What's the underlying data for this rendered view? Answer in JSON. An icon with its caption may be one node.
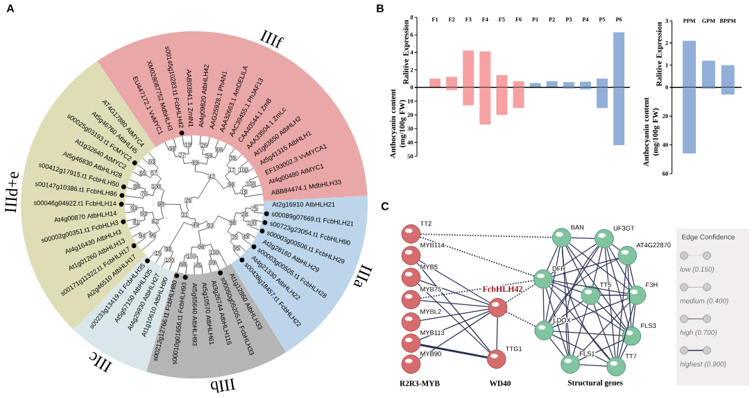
{
  "diagram": {
    "nodes": [
      {
        "text": [
          "IIIf",
          "EU447172.1 VvMYC1",
          "XM028087752 MdbHLH3",
          "s00145g10283.t1 FcbHLH42",
          "AAB03841.1 ZmIN1",
          "At4g09820 AtbHLH42",
          "AAG25928.1 PhAN1",
          "AAA32663.1 AmDELILA",
          "AAC39455.1 PhJAF13",
          "CAA40544.1 ZmB",
          "AAA33504.1 ZmLc",
          "At1g63650 AtbHLH2",
          "At5g41315 AtbHLH1",
          "EF193002.3 VvMYCA1",
          "At4g00480 AtMYC1",
          "ABB84474.1 MdbHLH33"
        ]
      },
      {
        "text": [
          "IIId+e",
          "AT4G17880 AtMYC4",
          "At5g46760 AtbHLH5",
          "s00025g03193.t1 FcMYC2",
          "At1g32640 AtMYC2",
          "At5g46830 AtbHLH28",
          "s00412g17915.t1 FcbHLH50",
          "s00147g10386.t1 FcbHLH86",
          "s00046g04922.t1 FcbHLH14",
          "At4g00870 AtbHLH14",
          "s00002g00351.t1 FcbHLH3",
          "At4g16430 AtbHLH3",
          "At1g01260 AtbHLH13",
          "s00171g11322.t1 FcbHLH17",
          "At2g46510 AtbHLH17"
        ]
      },
      {
        "text": [
          "IIIc",
          "s00233g13419.t1 FcbHLH35",
          "At5g57150 AtbHLH35",
          "At4g29930 AtbHLH27",
          "At1g10610 AtbHLH90"
        ]
      },
      {
        "text": [
          "IIIb",
          "s00212g12766.t1 FcbHLH80",
          "s00010g01656.t1 FcbHLH93",
          "At5g65640 AtbHLH93",
          "At5g10570 AtbHLH61",
          "At3g26744 AtbHLH116",
          "s00050g05205.t1 FcbHLH33",
          "At1g12860 AtbHLH33"
        ]
      },
      {
        "text": [
          "IIIa",
          "s00438g18457.t1 FcbHLH22",
          "At4g21330 AtbHLH22",
          "s00003g00505.t1 FcbHLH28",
          "At2g28160 AtbHLH29",
          "s00003g00506.t1 FcbHLH29",
          "s00723g23054.t1 FcbHLH90",
          "s00089g07669.t1 FcbHLH21",
          "At2g16910 AtbHLH21"
        ]
      },
      {
        "text": [],
        "shape": "circle",
        "beside": [
          "TT2"
        ]
      },
      {
        "text": [],
        "shape": "circle",
        "beside": [
          "MYB114"
        ]
      },
      {
        "text": [],
        "shape": "circle",
        "beside": [
          "MYB5"
        ]
      },
      {
        "text": [],
        "shape": "circle",
        "beside": [
          "MYB75"
        ]
      },
      {
        "text": [],
        "shape": "circle",
        "beside": [
          "MYBL2"
        ]
      },
      {
        "text": [],
        "shape": "circle",
        "beside": [
          "MYB113"
        ]
      },
      {
        "text": [],
        "shape": "circle",
        "beside": [
          "MYB90"
        ]
      },
      {
        "text": [],
        "shape": "circle",
        "beside": [
          "FcbHLH42"
        ]
      },
      {
        "text": [],
        "shape": "circle",
        "beside": [
          "TTG1"
        ]
      },
      {
        "text": [],
        "shape": "circle",
        "beside": [
          "BAN"
        ]
      },
      {
        "text": [],
        "shape": "circle",
        "beside": [
          "UF3GT"
        ]
      },
      {
        "text": [],
        "shape": "circle",
        "beside": [
          "AT4G22870"
        ]
      },
      {
        "text": [],
        "shape": "circle",
        "beside": [
          "DFR"
        ]
      },
      {
        "text": [],
        "shape": "circle",
        "beside": [
          "TT5"
        ]
      },
      {
        "text": [],
        "shape": "circle",
        "beside": [
          "F3H"
        ]
      },
      {
        "text": [],
        "shape": "circle",
        "beside": [
          "LDOX"
        ]
      },
      {
        "text": [],
        "shape": "circle",
        "beside": [
          "FLS3"
        ]
      },
      {
        "text": [],
        "shape": "circle",
        "beside": [
          "FLS1"
        ]
      },
      {
        "text": [],
        "shape": "circle",
        "beside": [
          "TT7"
        ]
      }
    ],
    "edges": [
      {
        "from": 5,
        "to": 14,
        "arrow": "none",
        "style": "dashed"
      },
      {
        "from": 5,
        "to": 17,
        "arrow": "none",
        "style": "dashed"
      },
      {
        "from": 8,
        "to": 17,
        "arrow": "none",
        "style": "dashed"
      },
      {
        "from": 12,
        "to": 17,
        "arrow": "none",
        "style": "dashed"
      },
      {
        "from": 12,
        "to": 20,
        "arrow": "none",
        "style": "dashed"
      },
      {
        "from": 6,
        "to": 12,
        "arrow": "none"
      },
      {
        "from": 6,
        "to": 13,
        "arrow": "none"
      },
      {
        "from": 7,
        "to": 12,
        "arrow": "none"
      },
      {
        "from": 7,
        "to": 13,
        "arrow": "none"
      },
      {
        "from": 8,
        "to": 12,
        "arrow": "none"
      },
      {
        "from": 9,
        "to": 12,
        "arrow": "none"
      },
      {
        "from": 10,
        "to": 12,
        "arrow": "none"
      },
      {
        "from": 10,
        "to": 13,
        "arrow": "none",
        "style": "thick"
      },
      {
        "from": 11,
        "to": 12,
        "arrow": "none"
      },
      {
        "from": 12,
        "to": 13,
        "arrow": "none"
      },
      {
        "from": 14,
        "to": 15,
        "arrow": "none"
      },
      {
        "from": 14,
        "to": 17,
        "arrow": "none"
      },
      {
        "from": 14,
        "to": 18,
        "arrow": "none"
      },
      {
        "from": 14,
        "to": 19,
        "arrow": "none"
      },
      {
        "from": 14,
        "to": 20,
        "arrow": "none"
      },
      {
        "from": 14,
        "to": 21,
        "arrow": "none"
      },
      {
        "from": 14,
        "to": 22,
        "arrow": "none"
      },
      {
        "from": 14,
        "to": 23,
        "arrow": "none"
      },
      {
        "from": 15,
        "to": 16,
        "arrow": "none"
      },
      {
        "from": 15,
        "to": 17,
        "arrow": "none"
      },
      {
        "from": 15,
        "to": 18,
        "arrow": "none"
      },
      {
        "from": 15,
        "to": 19,
        "arrow": "none"
      },
      {
        "from": 15,
        "to": 20,
        "arrow": "none"
      },
      {
        "from": 15,
        "to": 21,
        "arrow": "none"
      },
      {
        "from": 15,
        "to": 22,
        "arrow": "none"
      },
      {
        "from": 15,
        "to": 23,
        "arrow": "none"
      },
      {
        "from": 16,
        "to": 17,
        "arrow": "none"
      },
      {
        "from": 16,
        "to": 19,
        "arrow": "none"
      },
      {
        "from": 16,
        "to": 20,
        "arrow": "none"
      },
      {
        "from": 16,
        "to": 21,
        "arrow": "none"
      },
      {
        "from": 16,
        "to": 23,
        "arrow": "none"
      },
      {
        "from": 17,
        "to": 18,
        "arrow": "none"
      },
      {
        "from": 17,
        "to": 19,
        "arrow": "none"
      },
      {
        "from": 17,
        "to": 20,
        "arrow": "none"
      },
      {
        "from": 17,
        "to": 21,
        "arrow": "none"
      },
      {
        "from": 17,
        "to": 22,
        "arrow": "none"
      },
      {
        "from": 17,
        "to": 23,
        "arrow": "none"
      },
      {
        "from": 18,
        "to": 19,
        "arrow": "none"
      },
      {
        "from": 18,
        "to": 20,
        "arrow": "none"
      },
      {
        "from": 18,
        "to": 21,
        "arrow": "none"
      },
      {
        "from": 18,
        "to": 22,
        "arrow": "none"
      },
      {
        "from": 18,
        "to": 23,
        "arrow": "none"
      },
      {
        "from": 19,
        "to": 20,
        "arrow": "none"
      },
      {
        "from": 19,
        "to": 21,
        "arrow": "none"
      },
      {
        "from": 19,
        "to": 22,
        "arrow": "none"
      },
      {
        "from": 19,
        "to": 23,
        "arrow": "none"
      },
      {
        "from": 20,
        "to": 21,
        "arrow": "none"
      },
      {
        "from": 20,
        "to": 22,
        "arrow": "none"
      },
      {
        "from": 20,
        "to": 23,
        "arrow": "none"
      },
      {
        "from": 21,
        "to": 22,
        "arrow": "none"
      },
      {
        "from": 21,
        "to": 23,
        "arrow": "none"
      },
      {
        "from": 22,
        "to": 23,
        "arrow": "none"
      }
    ],
    "labels": [
      "A",
      "98",
      "19",
      "27",
      "26",
      "69",
      "59",
      "69",
      "39",
      "100",
      "17",
      "100",
      "19",
      "96",
      "42",
      "93",
      "55",
      "57",
      "88",
      "78",
      "100",
      "93",
      "81",
      "93",
      "94",
      "96",
      "62",
      "98",
      "15",
      "100",
      "98",
      "98",
      "45",
      "100",
      "99",
      "100",
      "96",
      "95",
      "49",
      "35",
      "100",
      "75",
      "28",
      "98",
      "93",
      "49",
      "31",
      "26",
      "B",
      "C",
      "R2R3-MYB",
      "WD40",
      "Structural genes",
      "Edge Confidence"
    ],
    "legend": [
      {
        "text": "low (0.150)"
      },
      {
        "text": "medium (0.400)"
      },
      {
        "text": "high (0.700)"
      },
      {
        "text": "highest (0.900)"
      }
    ],
    "chart_data": [
      {
        "type": "bar",
        "categories": [
          "F1",
          "F2",
          "F3",
          "F4",
          "F5",
          "F6",
          "P1",
          "P2",
          "P3",
          "P4",
          "P5",
          "P6"
        ],
        "ylabel": "Ralitive Expression",
        "ylim": [
          0,
          8
        ],
        "yticks": [
          0,
          2,
          4,
          6,
          8
        ],
        "series": [
          {
            "color": "#f7a1a2",
            "values": [
              1.0,
              1.2,
              4.2,
              4.1,
              1.4,
              0.7,
              null,
              null,
              null,
              null,
              null,
              null
            ]
          },
          {
            "color": "#91afd8",
            "values": [
              null,
              null,
              null,
              null,
              null,
              null,
              0.5,
              0.7,
              0.6,
              0.65,
              1.0,
              6.3
            ]
          }
        ]
      },
      {
        "type": "bar",
        "ylabel": "Anthocyanin content (mg/100g FW)",
        "ylim": [
          50,
          0
        ],
        "yticks": [
          10,
          20,
          30,
          40,
          50
        ],
        "series": [
          {
            "color": "#f7a1a2",
            "values": [
              null,
              2,
              13,
              27,
              20,
              15,
              null,
              null,
              null,
              null,
              null,
              null
            ]
          },
          {
            "color": "#91afd8",
            "values": [
              null,
              null,
              null,
              null,
              null,
              null,
              null,
              null,
              1,
              1.5,
              15,
              42
            ]
          }
        ]
      },
      {
        "type": "bar",
        "categories": [
          "PPM",
          "GPM",
          "BPPM"
        ],
        "ylabel": "Ralitive Expression",
        "ylim": [
          0,
          3
        ],
        "yticks": [
          0,
          1,
          2,
          3
        ],
        "series": [
          {
            "color": "#91afd8",
            "values": [
              2.1,
              1.2,
              1.0
            ]
          }
        ]
      },
      {
        "type": "bar",
        "ylabel": "Anthocyanin content (mg/100g FW)",
        "ylim": [
          60,
          0
        ],
        "yticks": [
          20,
          40,
          60
        ],
        "series": [
          {
            "color": "#91afd8",
            "values": [
              46,
              1,
              5
            ]
          }
        ]
      }
    ]
  }
}
